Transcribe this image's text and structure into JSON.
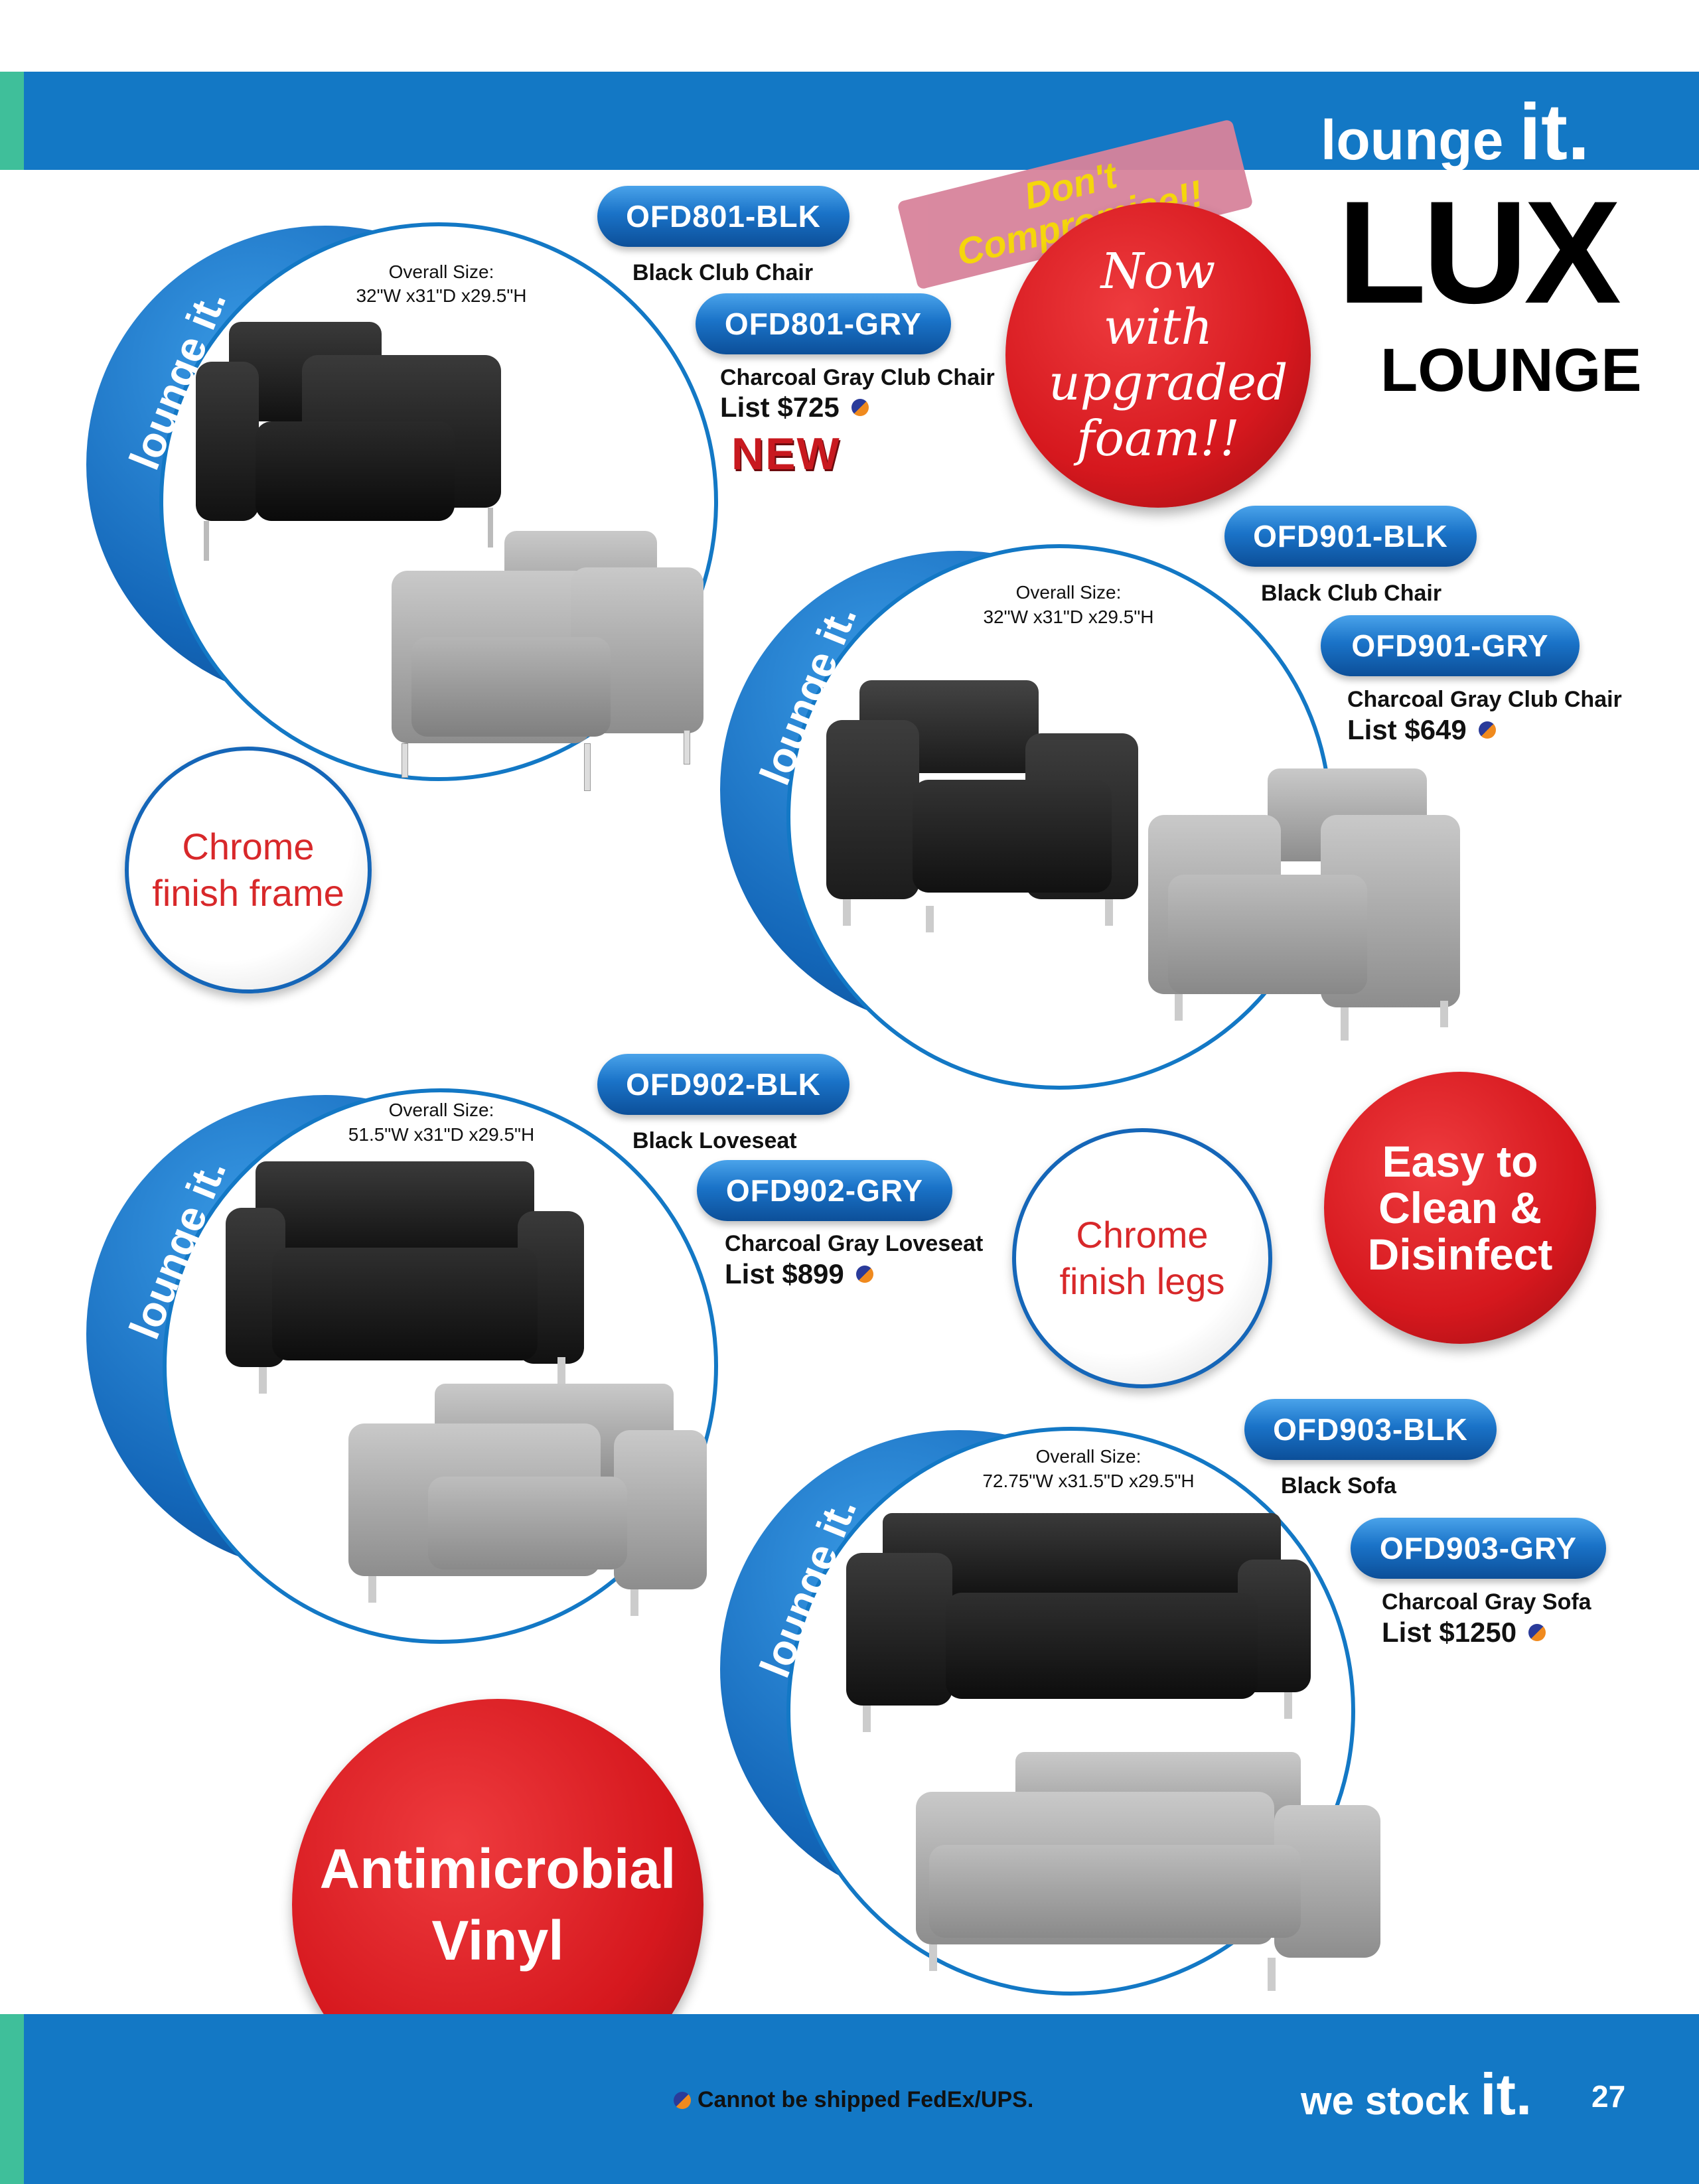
{
  "header": {
    "logo_word": "lounge",
    "logo_it": "it."
  },
  "title": {
    "line1": "LUX",
    "line2": "LOUNGE"
  },
  "callouts": {
    "dont_compromise": "Don't Compromise!!",
    "foam": "Now with upgraded foam!!",
    "chrome_frame": "Chrome finish frame",
    "chrome_legs": "Chrome finish legs",
    "easy_clean": "Easy to Clean & Disinfect",
    "antimicrobial": "Antimicrobial Vinyl",
    "new": "NEW"
  },
  "swoosh_label": "lounge it.",
  "products": [
    {
      "size_heading": "Overall Size:",
      "size": "32\"W x31\"D x29.5\"H",
      "black_code": "OFD801-BLK",
      "black_name": "Black Club Chair",
      "gray_code": "OFD801-GRY",
      "gray_name": "Charcoal Gray Club Chair",
      "price": "List $725"
    },
    {
      "size_heading": "Overall Size:",
      "size": "32\"W x31\"D x29.5\"H",
      "black_code": "OFD901-BLK",
      "black_name": "Black Club Chair",
      "gray_code": "OFD901-GRY",
      "gray_name": "Charcoal Gray Club Chair",
      "price": "List $649"
    },
    {
      "size_heading": "Overall Size:",
      "size": "51.5\"W x31\"D x29.5\"H",
      "black_code": "OFD902-BLK",
      "black_name": "Black Loveseat",
      "gray_code": "OFD902-GRY",
      "gray_name": "Charcoal Gray Loveseat",
      "price": "List $899"
    },
    {
      "size_heading": "Overall Size:",
      "size": "72.75\"W x31.5\"D x29.5\"H",
      "black_code": "OFD903-BLK",
      "black_name": "Black Sofa",
      "gray_code": "OFD903-GRY",
      "gray_name": "Charcoal Gray Sofa",
      "price": "List $1250"
    }
  ],
  "footer": {
    "note": "Cannot be shipped FedEx/UPS.",
    "logo_word": "we stock",
    "logo_it": "it.",
    "page": "27"
  },
  "colors": {
    "brand_blue": "#1378c5",
    "accent_green": "#3fbf9a",
    "callout_red": "#d6181e"
  },
  "icons": [
    "no-ship-icon"
  ]
}
